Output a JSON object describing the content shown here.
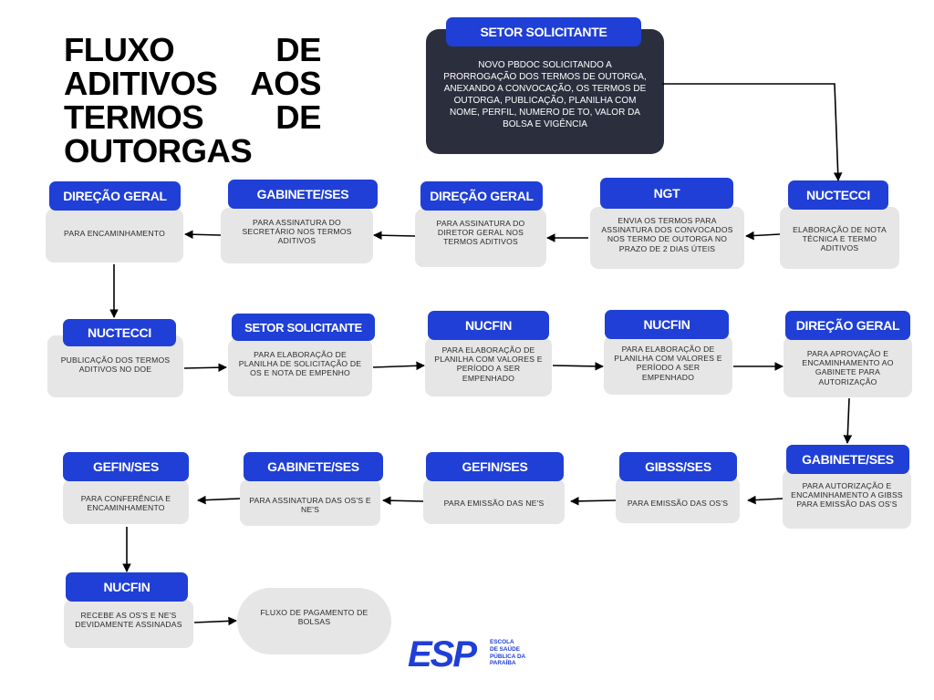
{
  "title": "FLUXO DE ADITIVOS AOS TERMOS DE OUTORGAS",
  "nodes": [
    {
      "label": "SETOR SOLICITANTE",
      "text": "NOVO PBDOC SOLICITANDO A PRORROGAÇÃO DOS TERMOS DE OUTORGA, ANEXANDO A CONVOCAÇÃO, OS TERMOS DE OUTORGA, PUBLICAÇÃO, PLANILHA COM NOME, PERFIL, NUMERO DE TO, VALOR DA BOLSA E VIGÊNCIA"
    },
    {
      "label": "NUCTECCI",
      "text": "ELABORAÇÃO DE NOTA TÉCNICA E TERMO ADITIVOS"
    },
    {
      "label": "NGT",
      "text": "ENVIA OS TERMOS PARA ASSINATURA DOS CONVOCADOS NOS TERMO DE OUTORGA NO PRAZO DE 2 DIAS ÚTEIS"
    },
    {
      "label": "DIREÇÃO GERAL",
      "text": "PARA ASSINATURA DO DIRETOR GERAL NOS TERMOS ADITIVOS"
    },
    {
      "label": "GABINETE/SES",
      "text": "PARA ASSINATURA DO SECRETÁRIO NOS TERMOS ADITIVOS"
    },
    {
      "label": "DIREÇÃO GERAL",
      "text": "PARA ENCAMINHAMENTO"
    },
    {
      "label": "NUCTECCI",
      "text": "PUBLICAÇÃO DOS TERMOS ADITIVOS NO DOE"
    },
    {
      "label": "SETOR SOLICITANTE",
      "text": "PARA ELABORAÇÃO DE PLANILHA DE SOLICITAÇÃO DE OS E NOTA DE EMPENHO"
    },
    {
      "label": "NUCFIN",
      "text": "PARA ELABORAÇÃO DE PLANILHA COM VALORES E PERÍODO A SER EMPENHADO"
    },
    {
      "label": "NUCFIN",
      "text": "PARA ELABORAÇÃO DE PLANILHA COM VALORES E PERÍODO A SER EMPENHADO"
    },
    {
      "label": "DIREÇÃO GERAL",
      "text": "PARA APROVAÇÃO E ENCAMINHAMENTO AO GABINETE PARA AUTORIZAÇÃO"
    },
    {
      "label": "GABINETE/SES",
      "text": "PARA AUTORIZAÇÃO E ENCAMINHAMENTO A GIBSS PARA EMISSÃO DAS OS'S"
    },
    {
      "label": "GIBSS/SES",
      "text": "PARA EMISSÃO DAS OS'S"
    },
    {
      "label": "GEFIN/SES",
      "text": "PARA EMISSÃO DAS NE'S"
    },
    {
      "label": "GABINETE/SES",
      "text": "PARA ASSINATURA DAS OS'S E NE'S"
    },
    {
      "label": "GEFIN/SES",
      "text": "PARA CONFERÊNCIA E ENCAMINHAMENTO"
    },
    {
      "label": "NUCFIN",
      "text": "RECEBE AS OS'S E NE'S DEVIDAMENTE ASSINADAS"
    },
    {
      "label": "",
      "text": "FLUXO DE PAGAMENTO DE BOLSAS"
    }
  ],
  "logo": {
    "word": "ESP",
    "tagline": [
      "ESCOLA",
      "DE SAÚDE",
      "PÚBLICA DA",
      "PARAÍBA"
    ]
  },
  "colors": {
    "label_blue": "#1f3fd6",
    "card_gray": "#e6e6e6",
    "dark_card": "#2b2f3d"
  }
}
